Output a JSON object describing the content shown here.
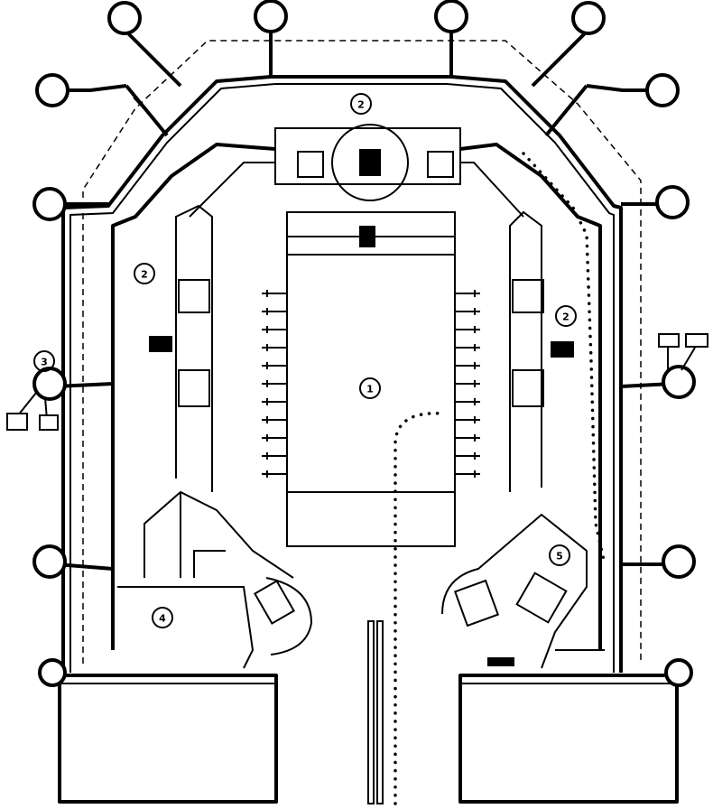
{
  "labels": {
    "central_area": "1",
    "concourse_top": "2",
    "concourse_left": "2",
    "concourse_right": "2",
    "pier_left": "3",
    "wing_left": "4",
    "wing_right": "5"
  },
  "colors": {
    "ink": "#000000",
    "paper": "#ffffff"
  }
}
